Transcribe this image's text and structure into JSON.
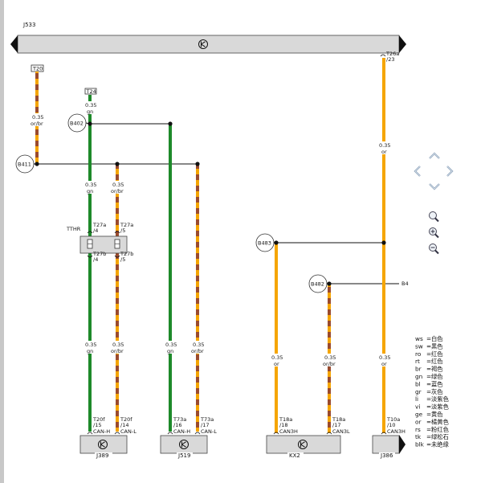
{
  "title": "J533",
  "bus_bar_top": {
    "right_pin": "T26a",
    "right_pin_num": "/23"
  },
  "badges": {
    "t20": "T20",
    "t24": "T24"
  },
  "nodes": {
    "b402": "B402",
    "b411": "B411",
    "b483": "B483",
    "b482": "B482",
    "b4_stub": "B4"
  },
  "wires": {
    "w1_size": "0.35",
    "w1_color": "or/br",
    "w2_size": "0.35",
    "w2_color": "gn",
    "w3_size": "0.35",
    "w3_color": "gn",
    "w4_size": "0.35",
    "w4_color": "or/br",
    "w5_size": "0.35",
    "w5_color": "gn",
    "w6_size": "0.35",
    "w6_color": "or/br",
    "w7_size": "0.35",
    "w7_color": "gn",
    "w8_size": "0.35",
    "w8_color": "or/br",
    "w9_size": "0.35",
    "w9_color": "or",
    "w10_size": "0.35",
    "w10_color": "or/br",
    "w11_size": "0.35",
    "w11_color": "or",
    "w12_size": "0.35",
    "w12_color": "or"
  },
  "connector": {
    "name": "TTHR",
    "top_left": "T27a",
    "top_left_num": "/4",
    "top_right": "T27a",
    "top_right_num": "/5",
    "bot_left": "T27b",
    "bot_left_num": "/4",
    "bot_right": "T27b",
    "bot_right_num": "/5"
  },
  "modules": {
    "j389": {
      "name": "J389",
      "p1": "T20f",
      "p1_num": "/15",
      "p1_sig": "CAN-H",
      "p2": "T20f",
      "p2_num": "/14",
      "p2_sig": "CAN-L"
    },
    "j519": {
      "name": "J519",
      "p1": "T73a",
      "p1_num": "/16",
      "p1_sig": "CAN-H",
      "p2": "T73a",
      "p2_num": "/17",
      "p2_sig": "CAN-L"
    },
    "kx2": {
      "name": "KX2",
      "p1": "T18a",
      "p1_num": "/18",
      "p1_sig": "CAN3H",
      "p2": "T18a",
      "p2_num": "/17",
      "p2_sig": "CAN3L"
    },
    "j386": {
      "name": "J386",
      "p1": "T10a",
      "p1_num": "/10",
      "p1_sig": "CAN3H"
    }
  },
  "legend": [
    {
      "code": "ws",
      "meaning": "白色"
    },
    {
      "code": "sw",
      "meaning": "黑色"
    },
    {
      "code": "ro",
      "meaning": "红色"
    },
    {
      "code": "rt",
      "meaning": "红色"
    },
    {
      "code": "br",
      "meaning": "褐色"
    },
    {
      "code": "gn",
      "meaning": "绿色"
    },
    {
      "code": "bl",
      "meaning": "蓝色"
    },
    {
      "code": "gr",
      "meaning": "灰色"
    },
    {
      "code": "li",
      "meaning": "淡紫色"
    },
    {
      "code": "vi",
      "meaning": "淡紫色"
    },
    {
      "code": "ge",
      "meaning": "黄色"
    },
    {
      "code": "or",
      "meaning": "橘黄色"
    },
    {
      "code": "rs",
      "meaning": "粉红色"
    },
    {
      "code": "tk",
      "meaning": "绿松石"
    },
    {
      "code": "blk",
      "meaning": "未绝缘"
    }
  ],
  "colors": {
    "green_wire": "#1e8a2a",
    "orange_wire": "#f5a500",
    "brown_stripe": "#9a4b2e",
    "bus_bar": "#d9d9d9",
    "module_fill": "#d9d9d9"
  }
}
